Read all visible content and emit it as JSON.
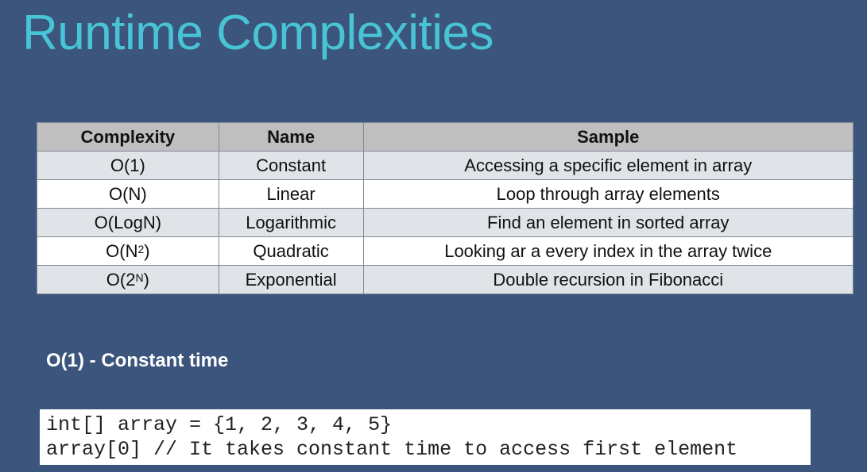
{
  "title": "Runtime Complexities",
  "table": {
    "headers": [
      "Complexity",
      "Name",
      "Sample"
    ],
    "rows": [
      {
        "complexity": "O(1)",
        "name": "Constant",
        "sample": "Accessing a specific element in array"
      },
      {
        "complexity": "O(N)",
        "name": "Linear",
        "sample": "Loop through array elements"
      },
      {
        "complexity": "O(LogN)",
        "name": "Logarithmic",
        "sample": "Find an element in sorted array"
      },
      {
        "complexity_base": "O(N",
        "complexity_sup": "2",
        "complexity_close": ")",
        "name": "Quadratic",
        "sample": "Looking ar a every index in the array twice"
      },
      {
        "complexity_base": "O(2",
        "complexity_sup": "N",
        "complexity_close": ")",
        "name": "Exponential",
        "sample": "Double recursion in Fibonacci"
      }
    ]
  },
  "section": {
    "heading": "O(1) - Constant time"
  },
  "code": {
    "lines": [
      "int[] array = {1, 2, 3, 4, 5}",
      "array[0] // It takes constant time to access first element"
    ]
  },
  "colors": {
    "background": "#3b557c",
    "title": "#48c4d6",
    "header_row": "#bfbfbf",
    "row_alt": "#e0e3e8"
  }
}
